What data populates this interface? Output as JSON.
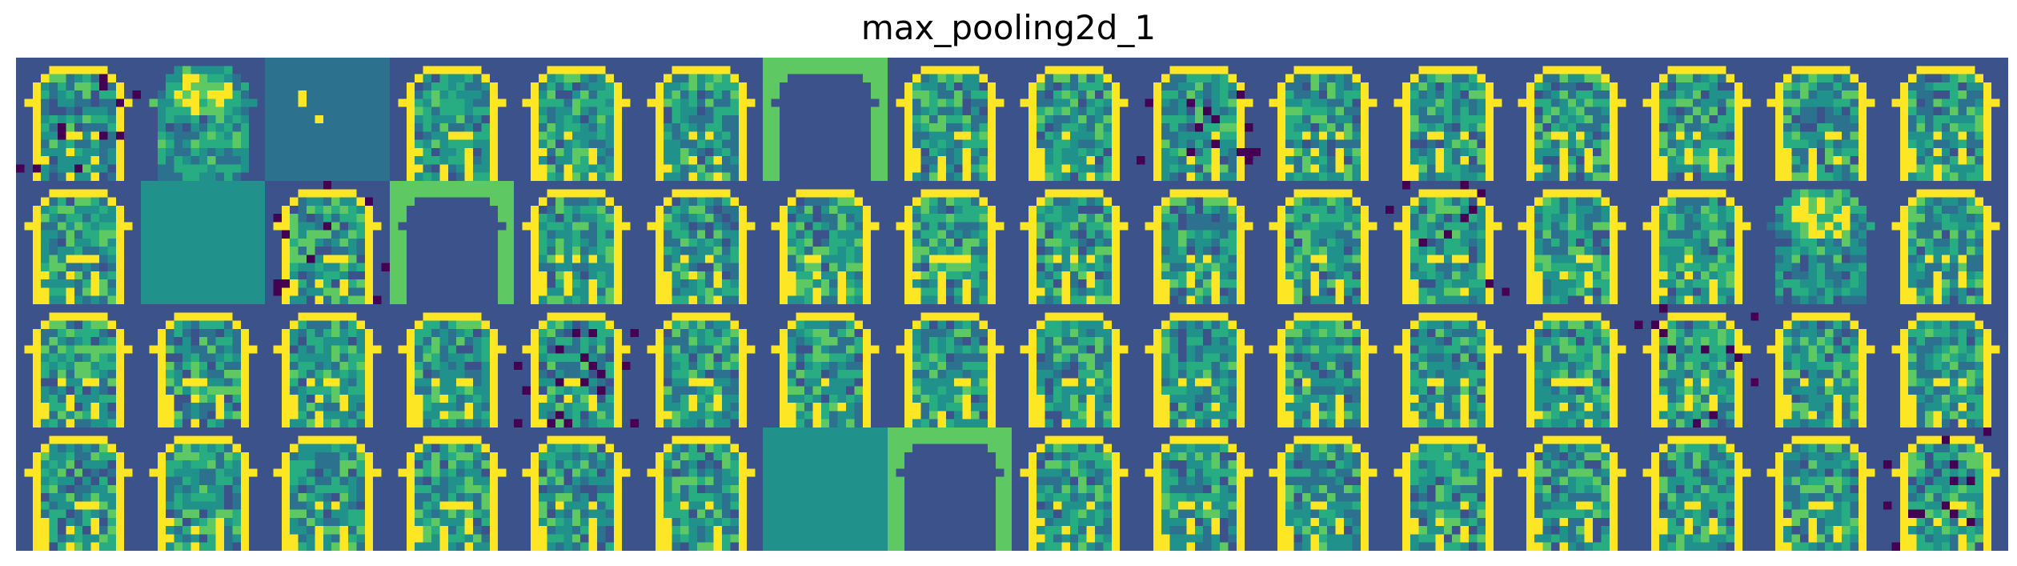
{
  "chart_data": {
    "type": "heatmap",
    "title": "max_pooling2d_1",
    "rows": 4,
    "cols": 16,
    "tile_resolution": 15,
    "colormap": "viridis",
    "axes_visible": false,
    "colors": {
      "background_low": "#3b528b",
      "mid": "#21918c",
      "green": "#5ec962",
      "high": "#fde725",
      "deep": "#440154"
    },
    "tiles": [
      {
        "pattern": "brain",
        "variant": 0
      },
      {
        "pattern": "blob",
        "variant": 1
      },
      {
        "pattern": "sparse",
        "variant": 2
      },
      {
        "pattern": "brain",
        "variant": 3
      },
      {
        "pattern": "brain",
        "variant": 4
      },
      {
        "pattern": "brain",
        "variant": 5
      },
      {
        "pattern": "dark-silhouette",
        "variant": 6
      },
      {
        "pattern": "brain",
        "variant": 7
      },
      {
        "pattern": "brain",
        "variant": 8
      },
      {
        "pattern": "brain",
        "variant": 9
      },
      {
        "pattern": "brain",
        "variant": 10
      },
      {
        "pattern": "brain",
        "variant": 11
      },
      {
        "pattern": "brain",
        "variant": 12
      },
      {
        "pattern": "brain",
        "variant": 13
      },
      {
        "pattern": "brain",
        "variant": 14
      },
      {
        "pattern": "brain",
        "variant": 15
      },
      {
        "pattern": "brain",
        "variant": 16
      },
      {
        "pattern": "uniform",
        "variant": 17
      },
      {
        "pattern": "brain",
        "variant": 18
      },
      {
        "pattern": "dark-silhouette",
        "variant": 19
      },
      {
        "pattern": "brain",
        "variant": 20
      },
      {
        "pattern": "brain",
        "variant": 21
      },
      {
        "pattern": "brain",
        "variant": 22
      },
      {
        "pattern": "brain",
        "variant": 23
      },
      {
        "pattern": "brain",
        "variant": 24
      },
      {
        "pattern": "brain",
        "variant": 25
      },
      {
        "pattern": "brain",
        "variant": 26
      },
      {
        "pattern": "brain",
        "variant": 27
      },
      {
        "pattern": "brain",
        "variant": 28
      },
      {
        "pattern": "brain",
        "variant": 29
      },
      {
        "pattern": "blob",
        "variant": 30
      },
      {
        "pattern": "brain",
        "variant": 31
      },
      {
        "pattern": "brain",
        "variant": 32
      },
      {
        "pattern": "brain",
        "variant": 33
      },
      {
        "pattern": "brain",
        "variant": 34
      },
      {
        "pattern": "brain",
        "variant": 35
      },
      {
        "pattern": "brain",
        "variant": 36
      },
      {
        "pattern": "brain",
        "variant": 37
      },
      {
        "pattern": "brain",
        "variant": 38
      },
      {
        "pattern": "brain",
        "variant": 39
      },
      {
        "pattern": "brain",
        "variant": 40
      },
      {
        "pattern": "brain",
        "variant": 41
      },
      {
        "pattern": "brain",
        "variant": 42
      },
      {
        "pattern": "brain",
        "variant": 43
      },
      {
        "pattern": "brain",
        "variant": 44
      },
      {
        "pattern": "brain",
        "variant": 45
      },
      {
        "pattern": "brain",
        "variant": 46
      },
      {
        "pattern": "brain",
        "variant": 47
      },
      {
        "pattern": "brain",
        "variant": 48
      },
      {
        "pattern": "brain",
        "variant": 49
      },
      {
        "pattern": "brain",
        "variant": 50
      },
      {
        "pattern": "brain",
        "variant": 51
      },
      {
        "pattern": "brain",
        "variant": 52
      },
      {
        "pattern": "brain",
        "variant": 53
      },
      {
        "pattern": "uniform",
        "variant": 54
      },
      {
        "pattern": "dark-silhouette",
        "variant": 55
      },
      {
        "pattern": "brain",
        "variant": 56
      },
      {
        "pattern": "brain",
        "variant": 57
      },
      {
        "pattern": "brain",
        "variant": 58
      },
      {
        "pattern": "brain",
        "variant": 59
      },
      {
        "pattern": "brain",
        "variant": 60
      },
      {
        "pattern": "brain",
        "variant": 61
      },
      {
        "pattern": "brain",
        "variant": 62
      },
      {
        "pattern": "brain",
        "variant": 63
      }
    ]
  }
}
